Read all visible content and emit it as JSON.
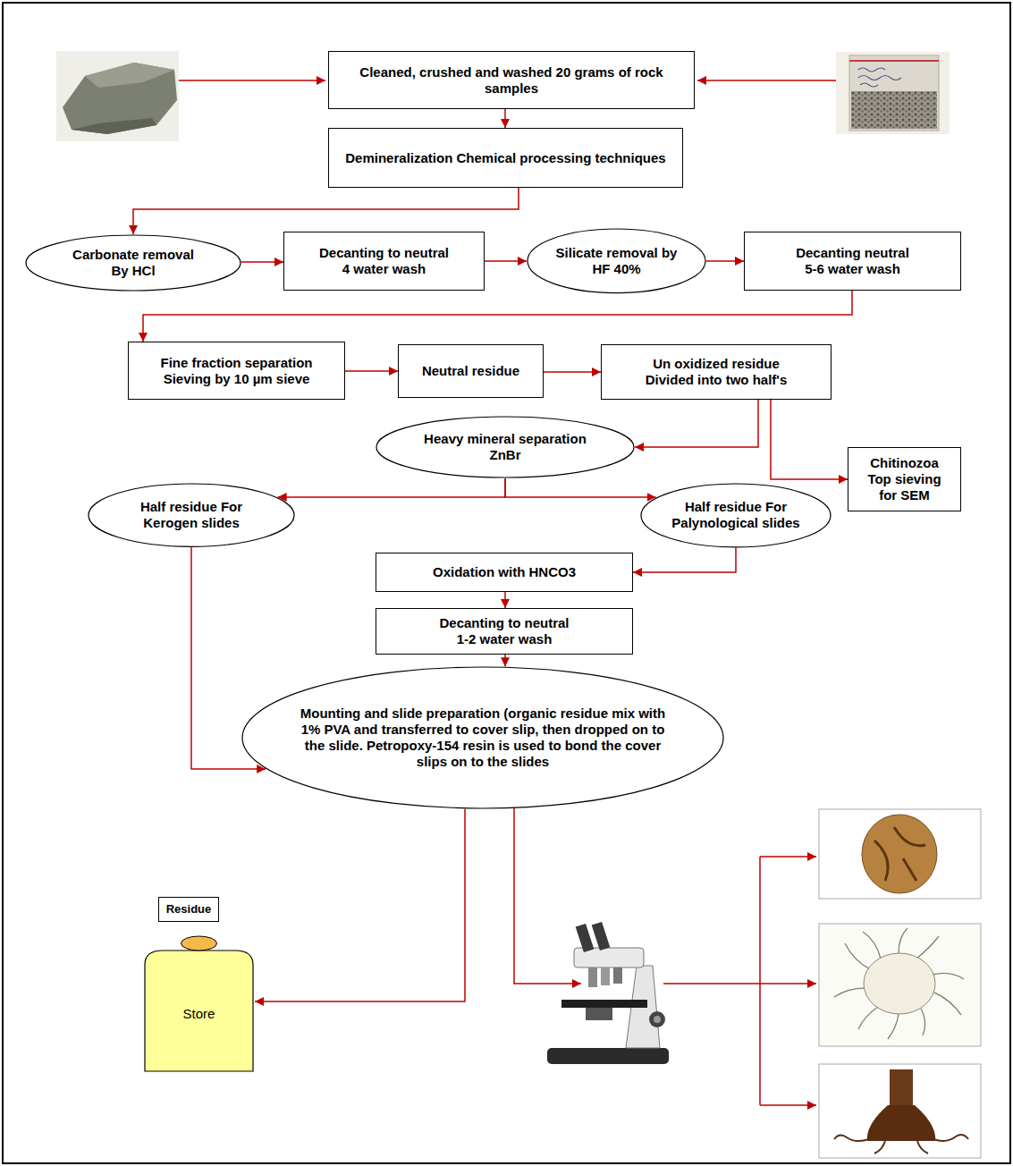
{
  "diagram": {
    "nodes": [
      {
        "text": [
          "Cleaned, crushed and washed 20 grams of rock samples"
        ]
      },
      {
        "text": [
          "Demineralization Chemical processing techniques"
        ]
      },
      {
        "text": [
          "Carbonate removal By HCl"
        ]
      },
      {
        "text": [
          "Decanting to neutral 4 water wash"
        ]
      },
      {
        "text": [
          "Silicate removal by HF 40%"
        ]
      },
      {
        "text": [
          "Decanting neutral 5-6 water wash"
        ]
      },
      {
        "text": [
          "Fine fraction separation Sieving by 10 µm sieve"
        ]
      },
      {
        "text": [
          "Neutral residue"
        ]
      },
      {
        "text": [
          "Un oxidized residue Divided into two half's"
        ]
      },
      {
        "text": [
          "Heavy mineral separation ZnBr"
        ]
      },
      {
        "text": [
          "Chitinozoa Top sieving for SEM"
        ]
      },
      {
        "text": [
          "Half residue For Kerogen slides"
        ]
      },
      {
        "text": [
          "Half residue For Palynological slides"
        ]
      },
      {
        "text": [
          "Oxidation with HNCO3"
        ]
      },
      {
        "text": [
          "Decanting to neutral 1-2 water wash"
        ]
      },
      {
        "text": [
          "Mounting and slide preparation (organic residue mix with 1% PVA and transferred to cover slip, then dropped on to the slide. Petropoxy-154 resin is used to bond the cover slips on to the slides"
        ]
      },
      {
        "text": [
          "Residue"
        ]
      },
      {
        "text": [
          "Store"
        ]
      }
    ],
    "edges": [
      {
        "from": 0,
        "to": 1,
        "arrow": "to"
      },
      {
        "from": 1,
        "to": 2,
        "arrow": "to"
      },
      {
        "from": 2,
        "to": 3,
        "arrow": "to"
      },
      {
        "from": 3,
        "to": 4,
        "arrow": "to"
      },
      {
        "from": 4,
        "to": 5,
        "arrow": "to"
      },
      {
        "from": 5,
        "to": 6,
        "arrow": "to"
      },
      {
        "from": 6,
        "to": 7,
        "arrow": "to"
      },
      {
        "from": 7,
        "to": 8,
        "arrow": "to"
      },
      {
        "from": 8,
        "to": 9,
        "arrow": "to"
      },
      {
        "from": 8,
        "to": 10,
        "arrow": "to"
      },
      {
        "from": 9,
        "to": 11,
        "arrow": "to"
      },
      {
        "from": 9,
        "to": 12,
        "arrow": "to"
      },
      {
        "from": 12,
        "to": 13,
        "arrow": "to"
      },
      {
        "from": 13,
        "to": 14,
        "arrow": "to"
      },
      {
        "from": 14,
        "to": 15,
        "arrow": "to"
      },
      {
        "from": 11,
        "to": 15,
        "arrow": "to"
      },
      {
        "from": 15,
        "to": 17,
        "arrow": "to"
      }
    ]
  }
}
